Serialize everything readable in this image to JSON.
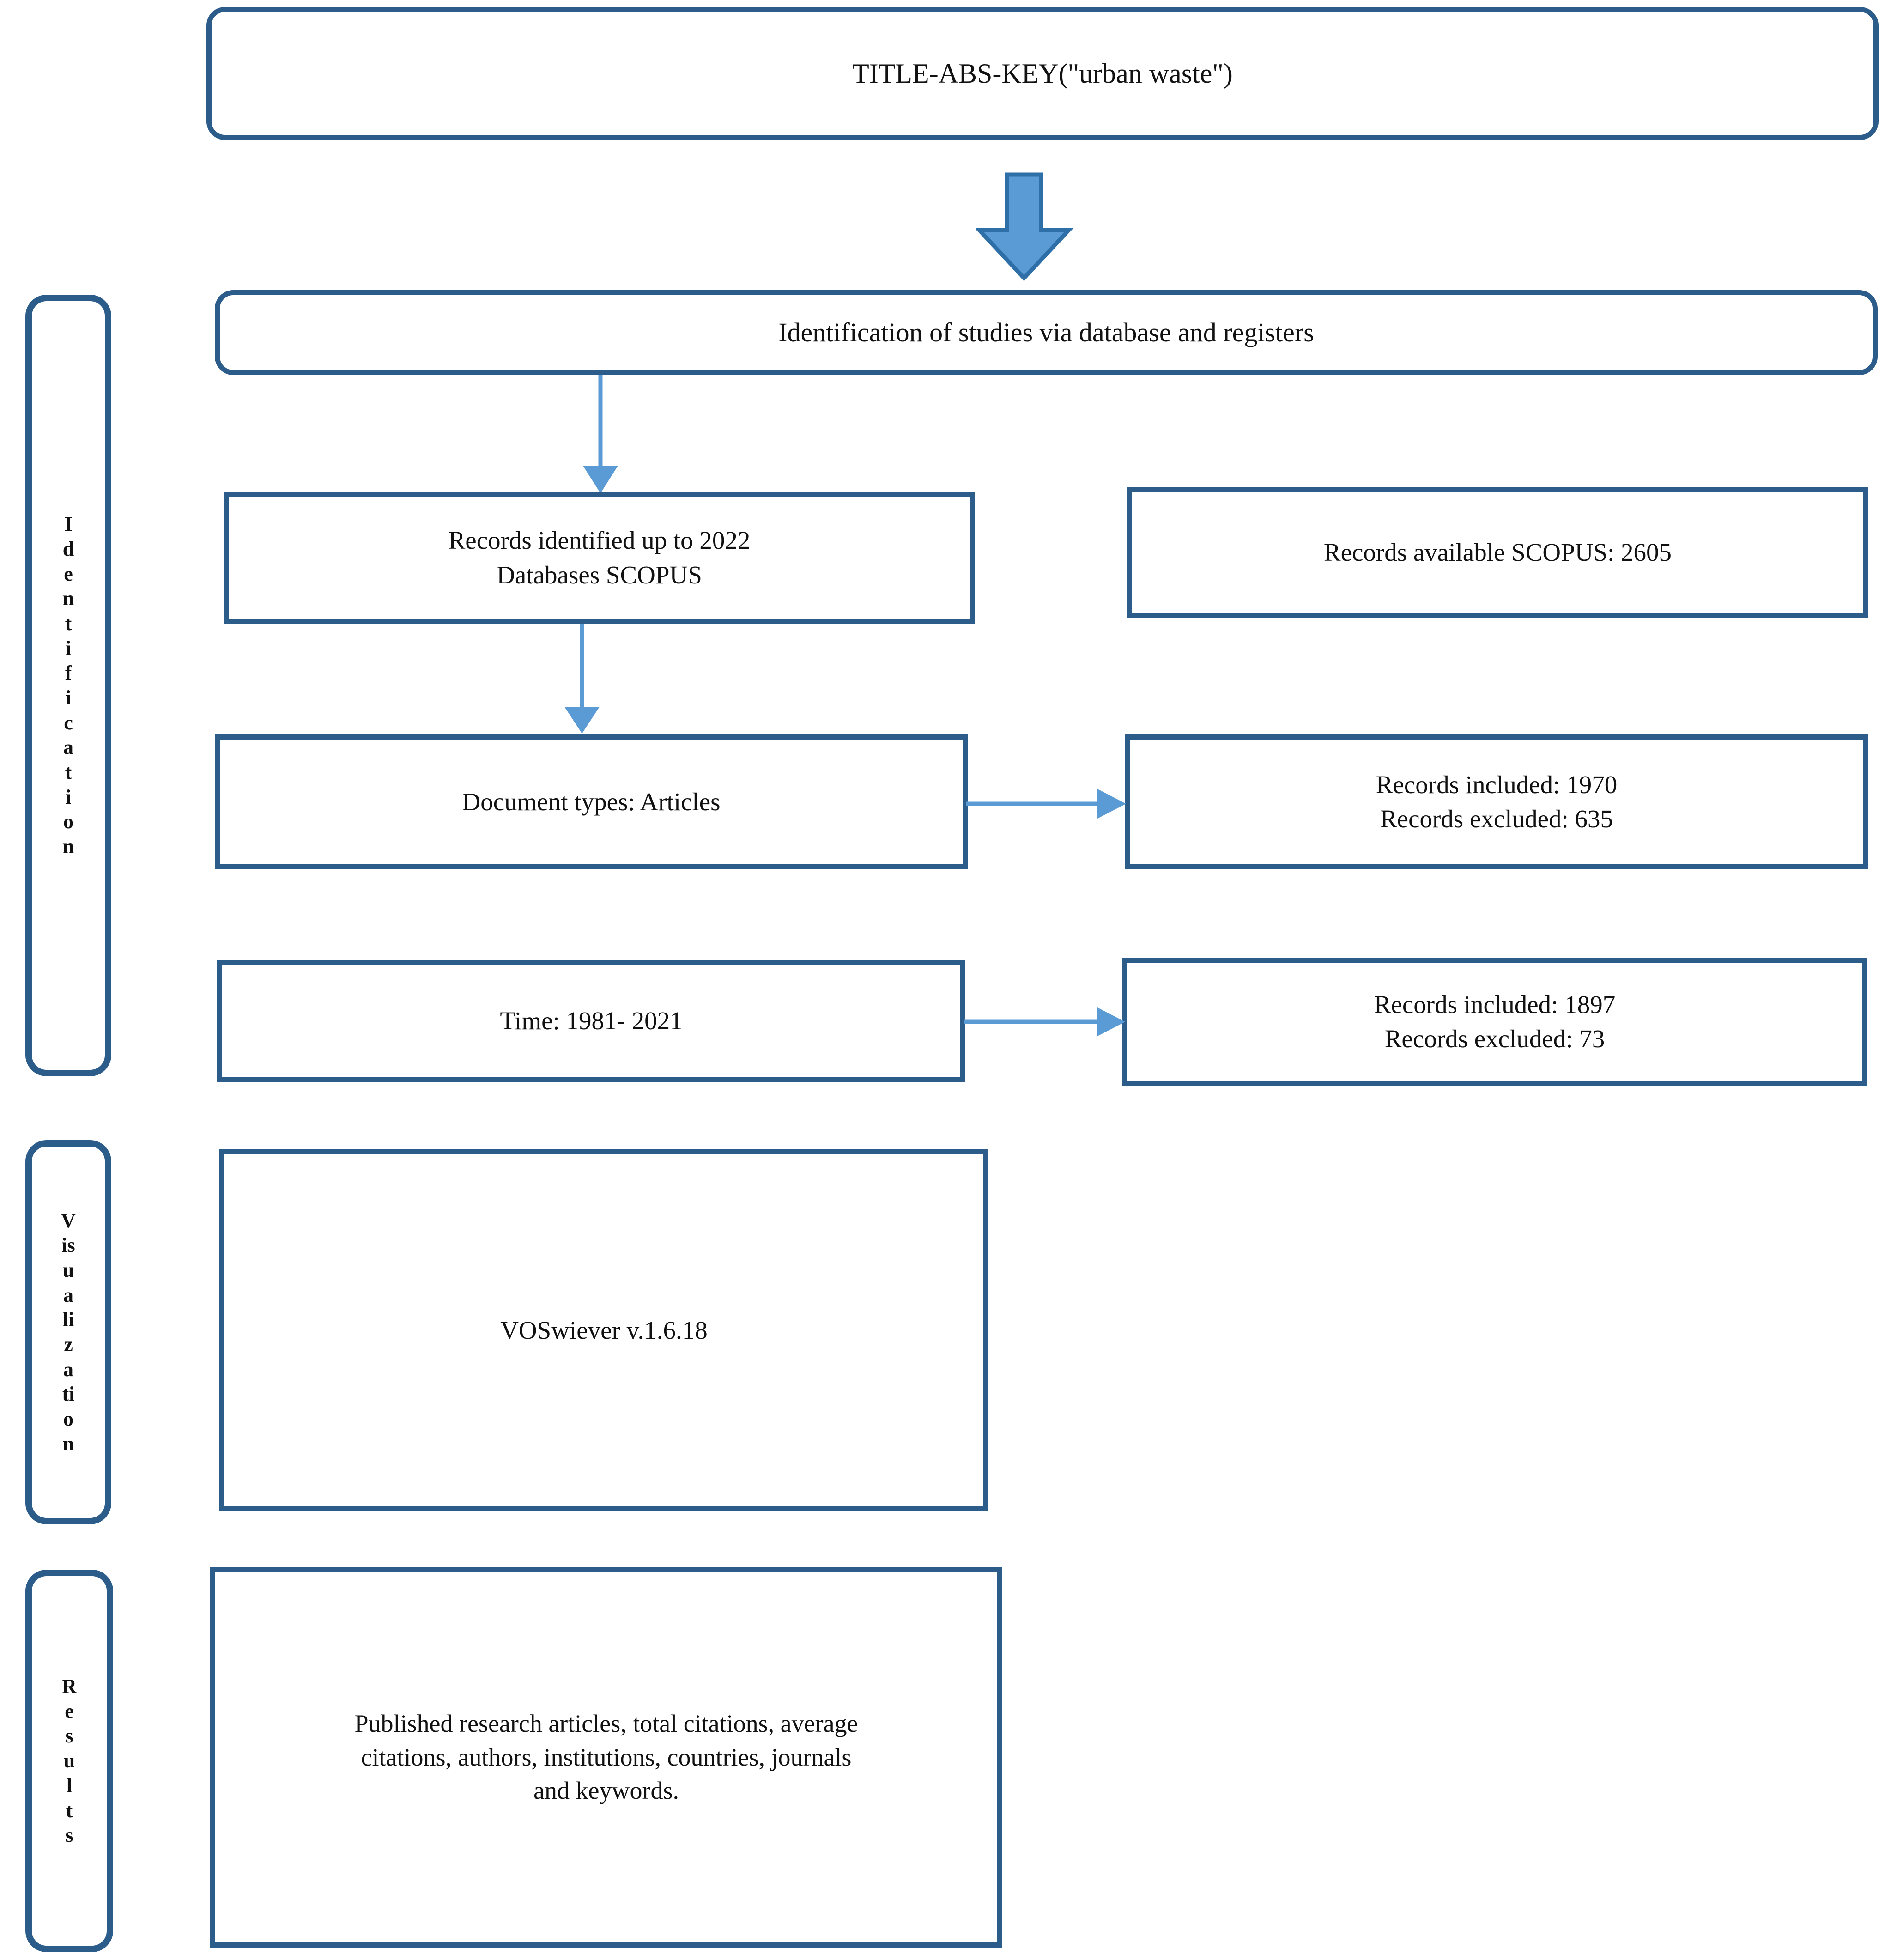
{
  "diagram": {
    "title": "PRISMA-style study identification flowchart",
    "colors": {
      "box_border": "#2C5C8A",
      "arrow_fill": "#5B9BD5",
      "arrow_stroke": "#2E6FA8",
      "connector": "#5B9BD5",
      "text": "#111111",
      "background": "#FFFFFF"
    }
  },
  "query_box": {
    "text": "TITLE-ABS-KEY(\"urban waste\")"
  },
  "header_box": {
    "text": "Identification of studies via database and registers"
  },
  "phases": [
    {
      "name": "identification",
      "label": "Identification",
      "lines": [
        "I",
        "d",
        "e",
        "n",
        "t",
        "i",
        "f",
        "i",
        "c",
        "a",
        "t",
        "i",
        "o",
        "n"
      ]
    },
    {
      "name": "visualization",
      "label": "Visualization",
      "lines": [
        "V",
        "is",
        "u",
        "a",
        "li",
        "z",
        "a",
        "ti",
        "o",
        "n"
      ]
    },
    {
      "name": "results",
      "label": "Results",
      "lines": [
        "R",
        "e",
        "s",
        "u",
        "l",
        "t",
        "s"
      ]
    }
  ],
  "left_column": [
    {
      "name": "records-identified",
      "lines": [
        "Records identified up to 2022",
        "Databases SCOPUS"
      ]
    },
    {
      "name": "document-types",
      "lines": [
        "Document types: Articles"
      ]
    },
    {
      "name": "time-range",
      "lines": [
        "Time: 1981- 2021"
      ]
    }
  ],
  "right_column": [
    {
      "name": "records-available",
      "lines": [
        "Records available SCOPUS: 2605"
      ]
    },
    {
      "name": "records-after-document-types",
      "lines": [
        "Records included: 1970",
        "Records excluded: 635"
      ]
    },
    {
      "name": "records-after-time-filter",
      "lines": [
        "Records included: 1897",
        "Records excluded: 73"
      ]
    }
  ],
  "visualization_box": {
    "text": "VOSwiever v.1.6.18"
  },
  "results_box": {
    "lines": [
      "Published research articles, total citations, average",
      "citations, authors, institutions, countries, journals",
      "and keywords."
    ]
  },
  "icons": {
    "down_block_arrow": "down-block-arrow-icon",
    "down_connector": "down-arrow-icon",
    "right_connector": "right-arrow-icon"
  }
}
